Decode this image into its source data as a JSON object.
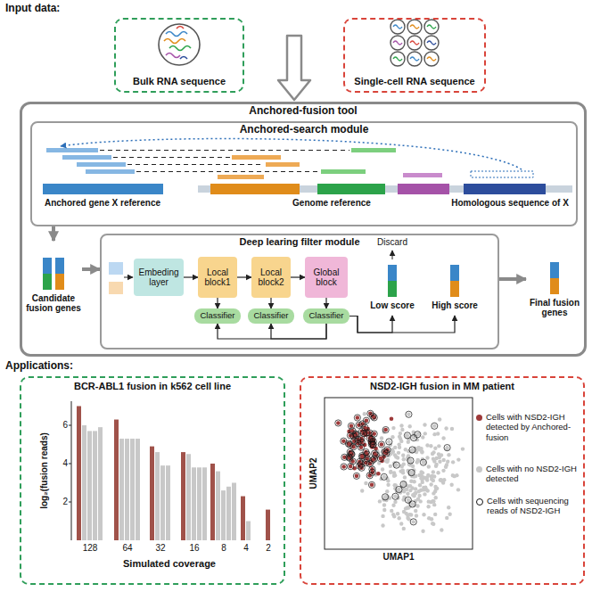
{
  "diagram": {
    "nodes": [
      {
        "text": [
          "Bulk RNA sequence"
        ]
      },
      {
        "text": [
          "Single-cell RNA sequence"
        ]
      },
      {
        "text": [
          "Anchored-fusion tool"
        ]
      },
      {
        "text": [
          "Anchored-search module"
        ],
        "in": 2
      },
      {
        "text": [
          "Candidate fusion genes"
        ],
        "in": 2
      },
      {
        "text": [
          "Deep learing filter module"
        ],
        "in": 2
      },
      {
        "text": [
          "Embeding layer"
        ],
        "in": 5
      },
      {
        "text": [
          "Local block1"
        ],
        "in": 5
      },
      {
        "text": [
          "Local block2"
        ],
        "in": 5
      },
      {
        "text": [
          "Global block"
        ],
        "in": 5
      },
      {
        "text": [
          "Classifier"
        ],
        "in": 5
      },
      {
        "text": [
          "Classifier"
        ],
        "in": 5
      },
      {
        "text": [
          "Classifier"
        ],
        "in": 5
      },
      {
        "text": [
          "Low score"
        ],
        "in": 5
      },
      {
        "text": [
          "High score"
        ],
        "in": 5
      },
      {
        "text": [
          "Final fusion genes"
        ],
        "in": 2
      },
      {
        "text": [
          "BCR-ABL1 fusion in k562 cell line"
        ]
      },
      {
        "text": [
          "NSD2-IGH fusion in MM patient"
        ]
      }
    ],
    "edges": [
      {
        "from": 3,
        "to": 4,
        "arrow": "to"
      },
      {
        "from": 4,
        "to": 5,
        "arrow": "to"
      },
      {
        "from": 6,
        "to": 7,
        "arrow": "to"
      },
      {
        "from": 7,
        "to": 8,
        "arrow": "to"
      },
      {
        "from": 8,
        "to": 9,
        "arrow": "to"
      },
      {
        "from": 7,
        "to": 10,
        "arrow": "to"
      },
      {
        "from": 8,
        "to": 11,
        "arrow": "to"
      },
      {
        "from": 9,
        "to": 12,
        "arrow": "to"
      },
      {
        "from": 12,
        "to": 10,
        "arrow": "to"
      },
      {
        "from": 12,
        "to": 11,
        "arrow": "to"
      },
      {
        "from": 12,
        "to": 13,
        "arrow": "to"
      },
      {
        "from": 12,
        "to": 14,
        "arrow": "to"
      },
      {
        "from": 5,
        "to": 15,
        "arrow": "to"
      }
    ],
    "labels": [
      "Input data:",
      "Anchored gene X reference",
      "Genome reference",
      "Homologous sequence of X",
      "Discard",
      "Applications:",
      "log₂(fusion reads)",
      "6",
      "4",
      "2",
      "128",
      "64",
      "32",
      "16",
      "8",
      "4",
      "2",
      "Simulated coverage",
      "UMAP1",
      "UMAP2"
    ],
    "legend": [
      {
        "text": "Cells with NSD2-IGH detected by Anchored-fusion",
        "color": "#9e3a3a"
      },
      {
        "text": "Cells with no NSD2-IGH detected",
        "color": "#c8c8c8"
      },
      {
        "text": "Cells with sequencing reads of NSD2-IGH"
      }
    ]
  }
}
